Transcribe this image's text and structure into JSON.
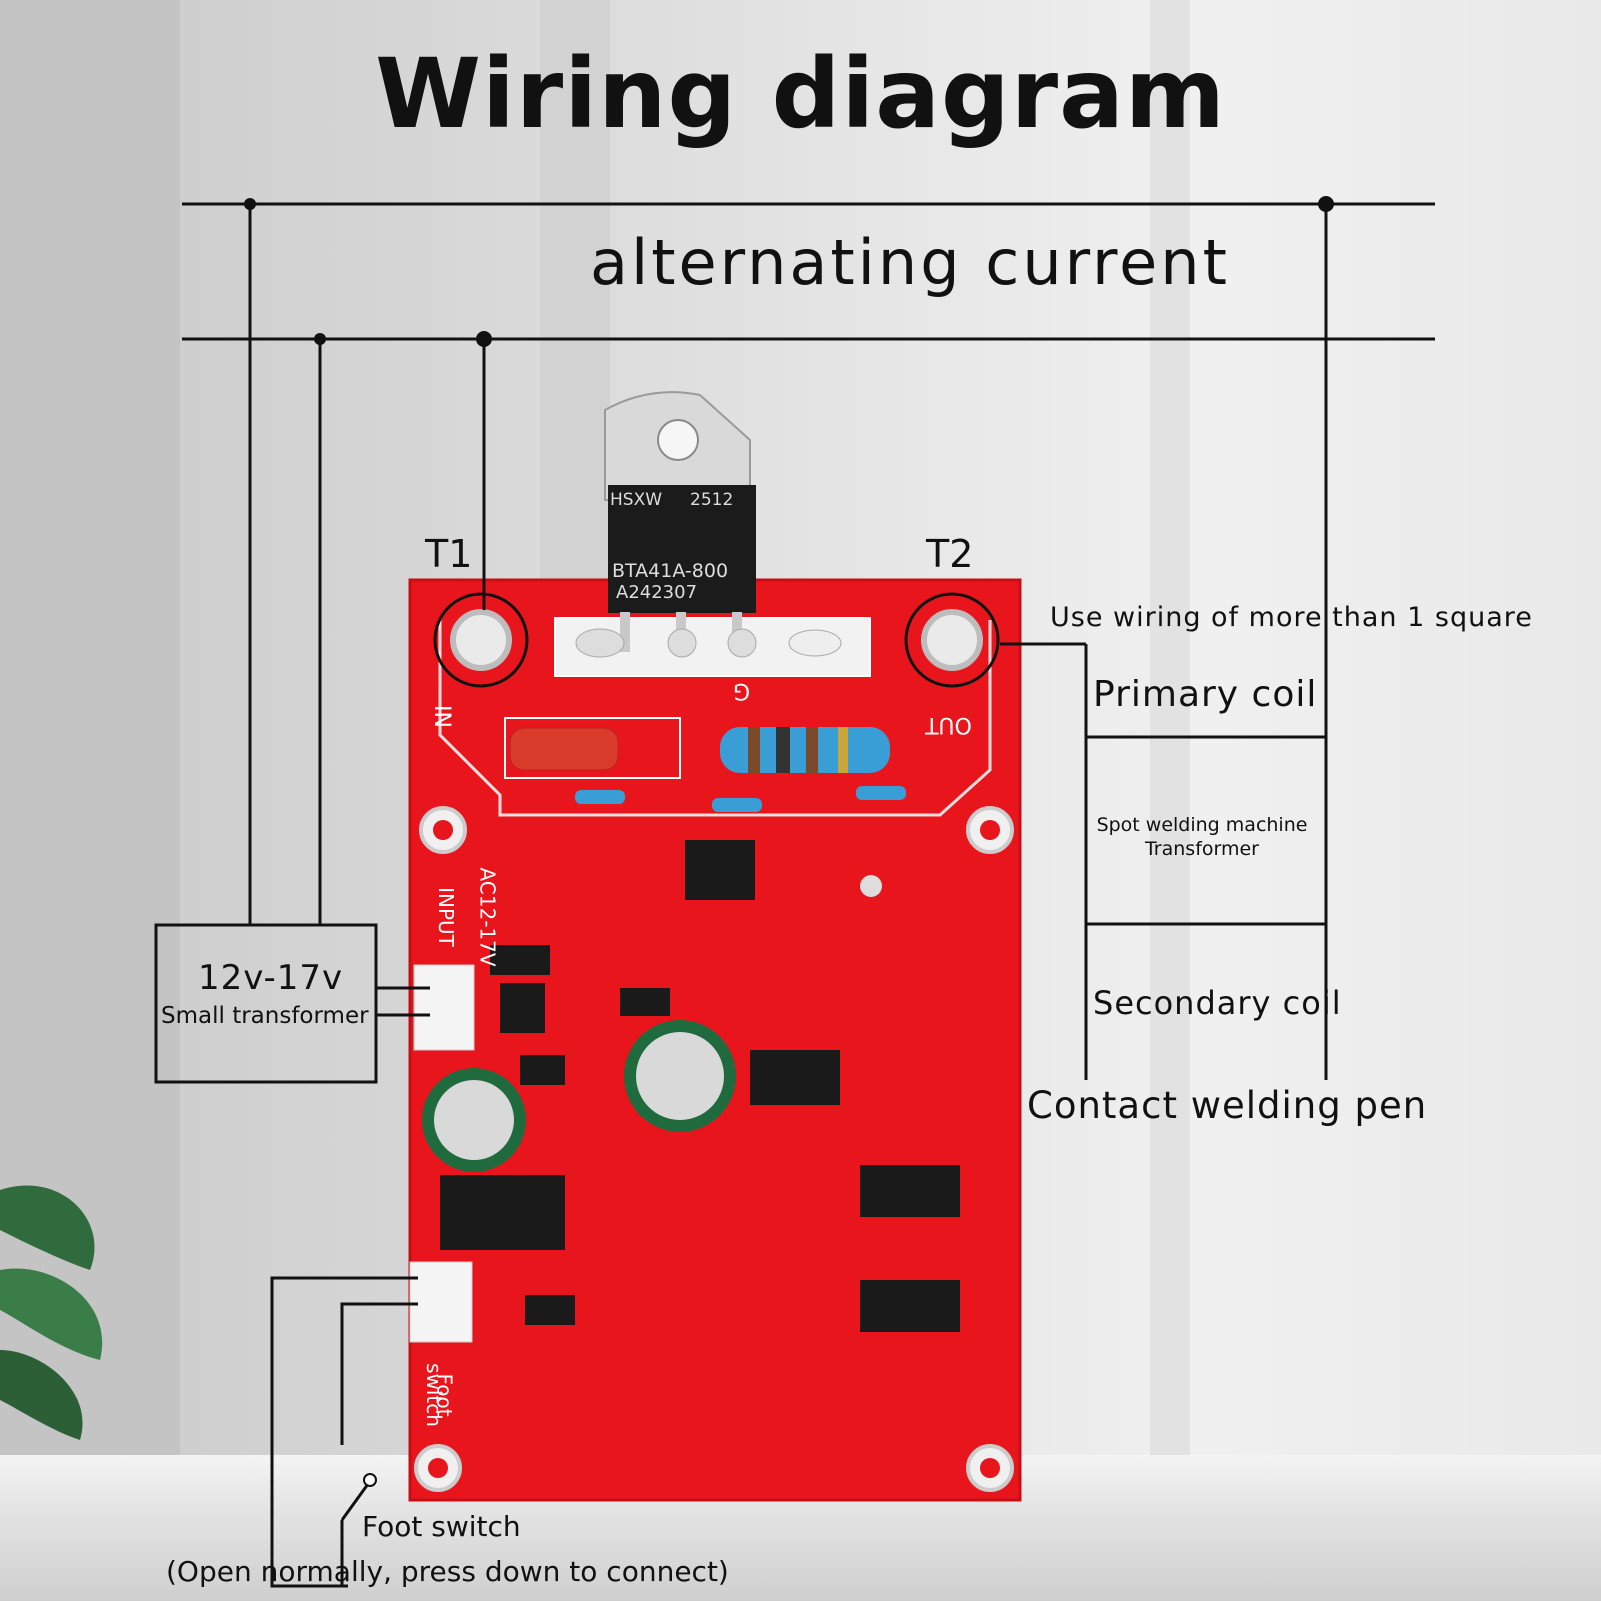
{
  "title": "Wiring diagram",
  "ac_label": "alternating current",
  "terminals": {
    "t1": "T1",
    "t2": "T2"
  },
  "primary_side": {
    "note": "Use wiring of more than 1 square",
    "primary_coil": "Primary coil",
    "transformer_line1": "Spot welding machine",
    "transformer_line2": "Transformer",
    "secondary_coil": "Secondary coil",
    "pen": "Contact welding pen"
  },
  "small_transformer": {
    "voltage": "12v-17v",
    "name": "Small transformer"
  },
  "foot_switch": {
    "label": "Foot switch",
    "note": "(Open normally, press down to connect)"
  },
  "board_silkscreen": {
    "in": "IN",
    "out": "OUT",
    "g": "G",
    "input_line1": "AC12-17V",
    "input_line2": "INPUT",
    "foot_line1": "Foot",
    "foot_line2": "switch"
  },
  "triac_marking": {
    "l1a": "HSXW",
    "l1b": "2512",
    "l2": "BTA41A-800",
    "l3": "A242307"
  },
  "colors": {
    "board": "#e8151d",
    "ink": "#111111",
    "silkscreen": "#ffffff"
  }
}
